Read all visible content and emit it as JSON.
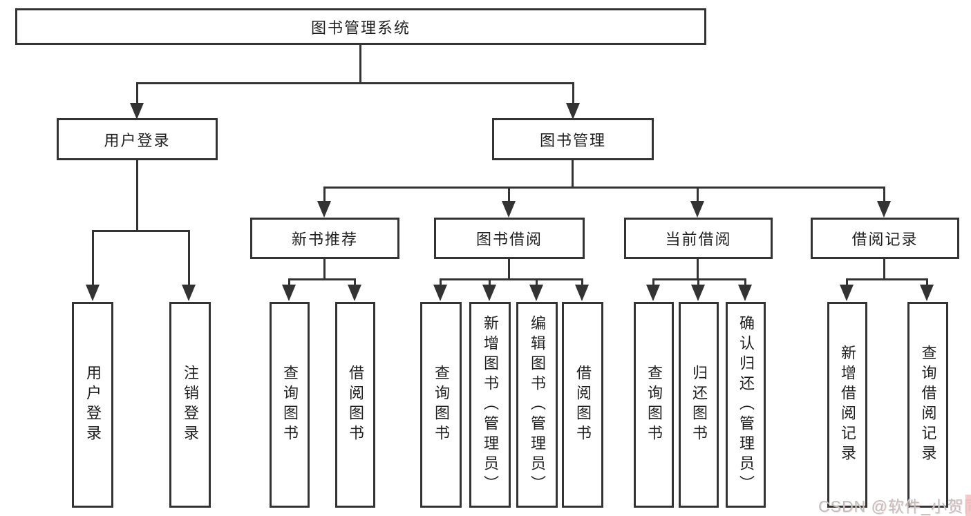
{
  "diagram": {
    "title": "图书管理系统",
    "tree": {
      "label": "图书管理系统",
      "children": [
        {
          "label": "用户登录",
          "children": [
            {
              "label": "用户登录"
            },
            {
              "label": "注销登录"
            }
          ]
        },
        {
          "label": "图书管理",
          "children": [
            {
              "label": "新书推荐",
              "children": [
                {
                  "label": "查询图书"
                },
                {
                  "label": "借阅图书"
                }
              ]
            },
            {
              "label": "图书借阅",
              "children": [
                {
                  "label": "查询图书"
                },
                {
                  "label": "新增图书（管理员）"
                },
                {
                  "label": "编辑图书（管理员）"
                },
                {
                  "label": "借阅图书"
                }
              ]
            },
            {
              "label": "当前借阅",
              "children": [
                {
                  "label": "查询图书"
                },
                {
                  "label": "归还图书"
                },
                {
                  "label": "确认归还（管理员）"
                }
              ]
            },
            {
              "label": "借阅记录",
              "children": [
                {
                  "label": "新增借阅记录"
                },
                {
                  "label": "查询借阅记录"
                }
              ]
            }
          ]
        }
      ]
    },
    "colors": {
      "line": "#333333",
      "text": "#1f1f1f",
      "background": "#ffffff",
      "watermark": "#bfbfbf"
    }
  },
  "watermark": {
    "text": "CSDN @软件_小贺同学"
  }
}
